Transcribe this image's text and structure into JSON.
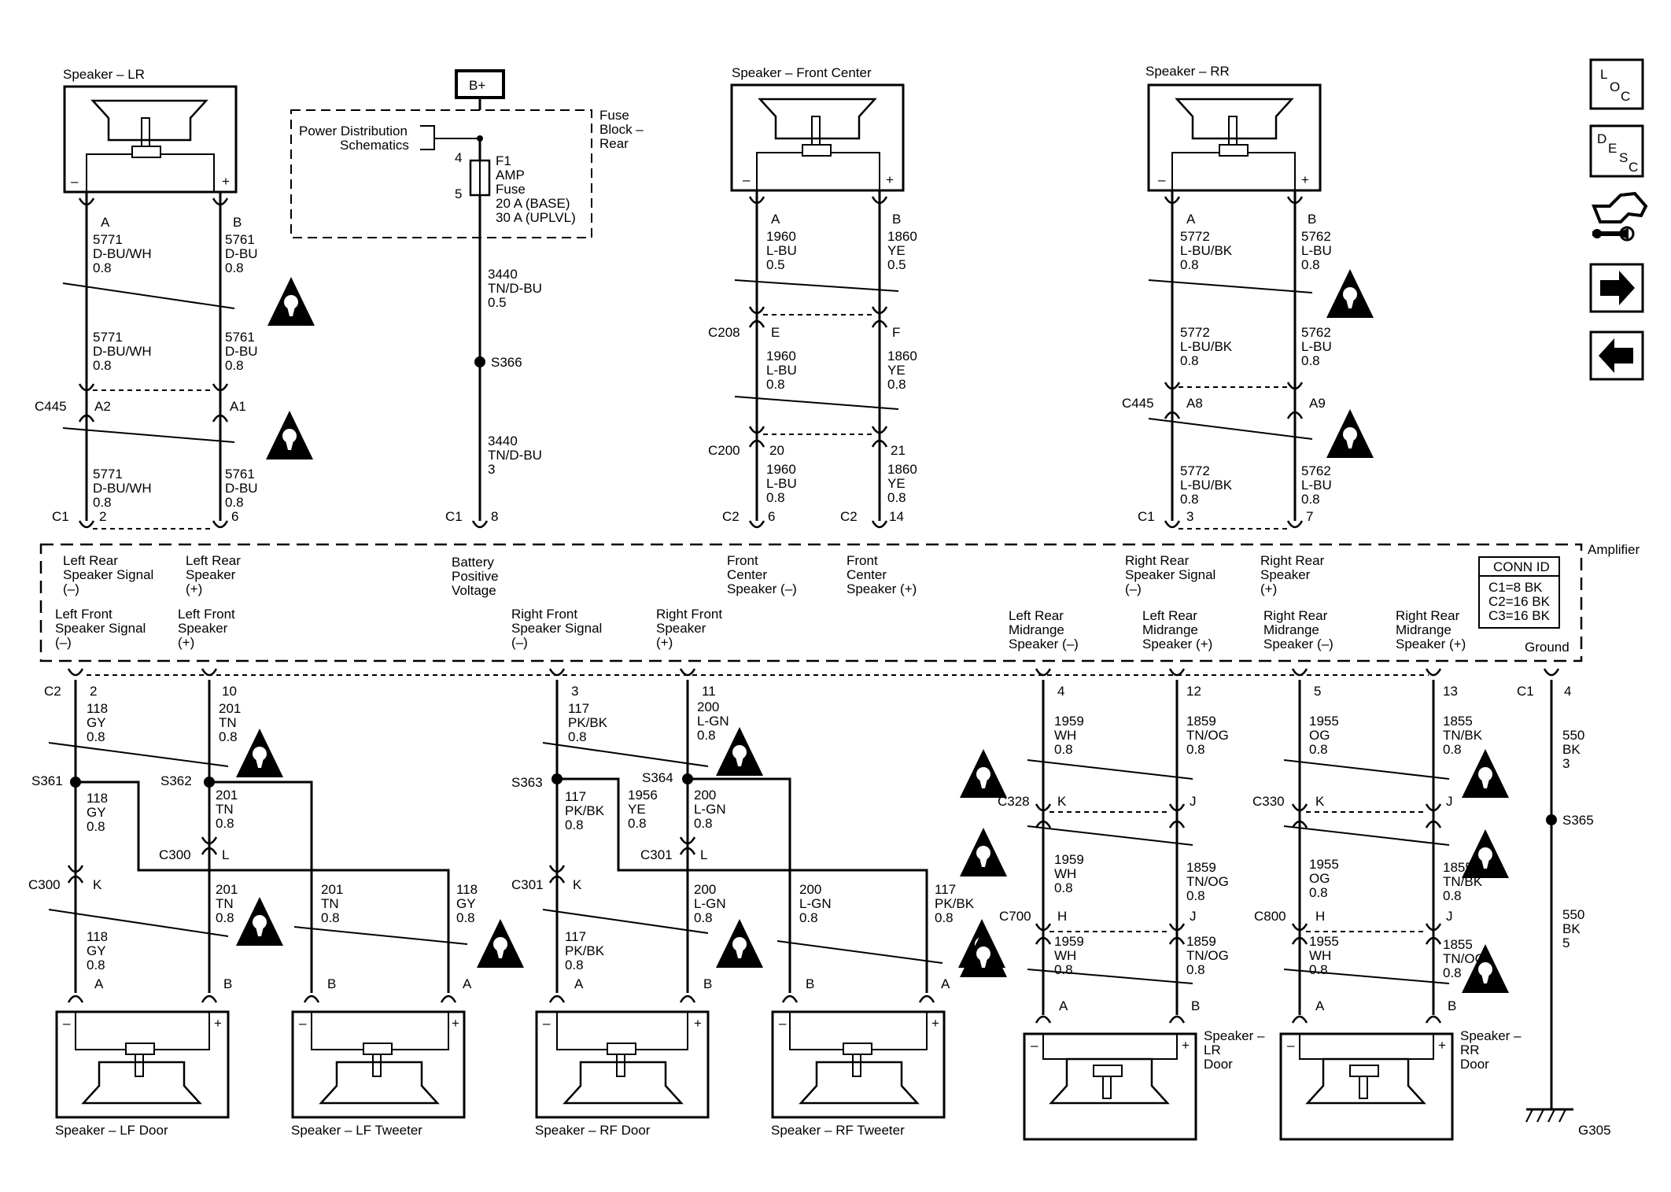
{
  "top": {
    "spk_lr_title": "Speaker – LR",
    "spk_fc_title": "Speaker – Front Center",
    "spk_rr_title": "Speaker – RR",
    "battery": "B+",
    "pd_line1": "Power Distribution",
    "pd_line2": "Schematics",
    "fuse_block": [
      "Fuse",
      "Block –",
      "Rear"
    ],
    "fuse_pin4": "4",
    "fuse_pin5": "5",
    "fuse_label": [
      "F1",
      "AMP",
      "Fuse",
      "20 A (BASE)",
      "30 A (UPLVL)"
    ],
    "splice_s366": "S366",
    "wire_3440a": [
      "3440",
      "TN/D-BU",
      "0.5"
    ],
    "wire_3440b": [
      "3440",
      "TN/D-BU",
      "3"
    ],
    "amp_c1_pin8_conn": "C1",
    "amp_c1_pin8": "8"
  },
  "left_top": {
    "pin_a": "A",
    "pin_b": "B",
    "w1a": [
      "5771",
      "D-BU/WH",
      "0.8"
    ],
    "w1b": [
      "5761",
      "D-BU",
      "0.8"
    ],
    "w2a": [
      "5771",
      "D-BU/WH",
      "0.8"
    ],
    "w2b": [
      "5761",
      "D-BU",
      "0.8"
    ],
    "conn": "C445",
    "conn_pa": "A2",
    "conn_pb": "A1",
    "w3a": [
      "5771",
      "D-BU/WH",
      "0.8"
    ],
    "w3b": [
      "5761",
      "D-BU",
      "0.8"
    ],
    "amp_conn": "C1",
    "amp_pa": "2",
    "amp_pb": "6"
  },
  "fc_top": {
    "pin_a": "A",
    "pin_b": "B",
    "w1a": [
      "1960",
      "L-BU",
      "0.5"
    ],
    "w1b": [
      "1860",
      "YE",
      "0.5"
    ],
    "conn1": "C208",
    "conn1_pa": "E",
    "conn1_pb": "F",
    "w2a": [
      "1960",
      "L-BU",
      "0.8"
    ],
    "w2b": [
      "1860",
      "YE",
      "0.8"
    ],
    "conn2": "C200",
    "conn2_pa": "20",
    "conn2_pb": "21",
    "w3a": [
      "1960",
      "L-BU",
      "0.8"
    ],
    "w3b": [
      "1860",
      "YE",
      "0.8"
    ],
    "amp_conn_a": "C2",
    "amp_pa": "6",
    "amp_conn_b": "C2",
    "amp_pb": "14"
  },
  "rr_top": {
    "pin_a": "A",
    "pin_b": "B",
    "w1a": [
      "5772",
      "L-BU/BK",
      "0.8"
    ],
    "w1b": [
      "5762",
      "L-BU",
      "0.8"
    ],
    "w2a": [
      "5772",
      "L-BU/BK",
      "0.8"
    ],
    "w2b": [
      "5762",
      "L-BU",
      "0.8"
    ],
    "conn": "C445",
    "conn_pa": "A8",
    "conn_pb": "A9",
    "w3a": [
      "5772",
      "L-BU/BK",
      "0.8"
    ],
    "w3b": [
      "5762",
      "L-BU",
      "0.8"
    ],
    "amp_conn": "C1",
    "amp_pa": "3",
    "amp_pb": "7"
  },
  "amplifier": {
    "title": "Amplifier",
    "conn_id_title": "CONN ID",
    "conn_id": [
      "C1=8 BK",
      "C2=16 BK",
      "C3=16 BK"
    ],
    "top_labels": {
      "lr_sig": [
        "Left Rear",
        "Speaker Signal",
        "(–)"
      ],
      "lr_spk": [
        "Left Rear",
        "Speaker",
        "(+)"
      ],
      "batt": [
        "Battery",
        "Positive",
        "Voltage"
      ],
      "fc_neg": [
        "Front",
        "Center",
        "Speaker (–)"
      ],
      "fc_pos": [
        "Front",
        "Center",
        "Speaker (+)"
      ],
      "rr_sig": [
        "Right Rear",
        "Speaker Signal",
        "(–)"
      ],
      "rr_spk": [
        "Right Rear",
        "Speaker",
        "(+)"
      ]
    },
    "bottom_labels": {
      "lf_sig": [
        "Left Front",
        "Speaker Signal",
        "(–)"
      ],
      "lf_spk": [
        "Left Front",
        "Speaker",
        "(+)"
      ],
      "rf_sig": [
        "Right Front",
        "Speaker Signal",
        "(–)"
      ],
      "rf_spk": [
        "Right Front",
        "Speaker",
        "(+)"
      ],
      "lrm_neg": [
        "Left Rear",
        "Midrange",
        "Speaker (–)"
      ],
      "lrm_pos": [
        "Left Rear",
        "Midrange",
        "Speaker (+)"
      ],
      "rrm_neg": [
        "Right Rear",
        "Midrange",
        "Speaker (–)"
      ],
      "rrm_pos": [
        "Right Rear",
        "Midrange",
        "Speaker (+)"
      ],
      "ground": "Ground"
    }
  },
  "bottom": {
    "c2": "C2",
    "p2": "2",
    "p10": "10",
    "p3": "3",
    "p11": "11",
    "p4": "4",
    "p12": "12",
    "p5": "5",
    "p13": "13",
    "c1": "C1",
    "p4g": "4",
    "lf": {
      "w118a": [
        "118",
        "GY",
        "0.8"
      ],
      "w201a": [
        "201",
        "TN",
        "0.8"
      ],
      "s361": "S361",
      "s362": "S362",
      "w118b": [
        "118",
        "GY",
        "0.8"
      ],
      "w201b": [
        "201",
        "TN",
        "0.8"
      ],
      "c300_l": "C300",
      "pin_l": "L",
      "c300_k": "C300",
      "pin_k": "K",
      "w201c": [
        "201",
        "TN",
        "0.8"
      ],
      "w201d": [
        "201",
        "TN",
        "0.8"
      ],
      "w118d": [
        "118",
        "GY",
        "0.8"
      ],
      "w118c": [
        "118",
        "GY",
        "0.8"
      ],
      "door_a": "A",
      "door_b": "B",
      "tw_b": "B",
      "tw_a": "A",
      "door_title": "Speaker – LF Door",
      "tw_title": "Speaker – LF Tweeter"
    },
    "rf": {
      "w117a": [
        "117",
        "PK/BK",
        "0.8"
      ],
      "w200a": [
        "200",
        "L-GN",
        "0.8"
      ],
      "s363": "S363",
      "s364": "S364",
      "w117b": [
        "117",
        "PK/BK",
        "0.8"
      ],
      "w1956": [
        "1956",
        "YE",
        "0.8"
      ],
      "w200b": [
        "200",
        "L-GN",
        "0.8"
      ],
      "c301_l": "C301",
      "pin_l": "L",
      "c301_k": "C301",
      "pin_k": "K",
      "w200c": [
        "200",
        "L-GN",
        "0.8"
      ],
      "w200d": [
        "200",
        "L-GN",
        "0.8"
      ],
      "w117d": [
        "117",
        "PK/BK",
        "0.8"
      ],
      "w117c": [
        "117",
        "PK/BK",
        "0.8"
      ],
      "door_a": "A",
      "door_b": "B",
      "tw_b": "B",
      "tw_a": "A",
      "door_title": "Speaker – RF Door",
      "tw_title": "Speaker – RF Tweeter"
    },
    "lrd": {
      "w1a": [
        "1959",
        "WH",
        "0.8"
      ],
      "w1b": [
        "1859",
        "TN/OG",
        "0.8"
      ],
      "c328": "C328",
      "c328_k": "K",
      "c328_j": "J",
      "w2a": [
        "1959",
        "WH",
        "0.8"
      ],
      "w2b": [
        "1859",
        "TN/OG",
        "0.8"
      ],
      "c700": "C700",
      "c700_h": "H",
      "c700_j": "J",
      "w3a": [
        "1959",
        "WH",
        "0.8"
      ],
      "w3b": [
        "1859",
        "TN/OG",
        "0.8"
      ],
      "pa": "A",
      "pb": "B",
      "title": [
        "Speaker –",
        "LR",
        "Door"
      ]
    },
    "rrd": {
      "w1a": [
        "1955",
        "OG",
        "0.8"
      ],
      "w1b": [
        "1855",
        "TN/BK",
        "0.8"
      ],
      "c330": "C330",
      "c330_k": "K",
      "c330_j": "J",
      "w2a": [
        "1955",
        "OG",
        "0.8"
      ],
      "w2b": [
        "1855",
        "TN/BK",
        "0.8"
      ],
      "c800": "C800",
      "c800_h": "H",
      "c800_j": "J",
      "w3a": [
        "1955",
        "WH",
        "0.8"
      ],
      "w3b": [
        "1855",
        "TN/OG",
        "0.8"
      ],
      "pa": "A",
      "pb": "B",
      "title": [
        "Speaker –",
        "RR",
        "Door"
      ]
    },
    "gnd": {
      "w1": [
        "550",
        "BK",
        "3"
      ],
      "s365": "S365",
      "w2": [
        "550",
        "BK",
        "5"
      ],
      "g305": "G305"
    }
  },
  "nav": {
    "loc_l": "L",
    "loc_o": "O",
    "loc_c": "C",
    "desc_d": "D",
    "desc_e": "E",
    "desc_s": "S",
    "desc_c": "C"
  }
}
